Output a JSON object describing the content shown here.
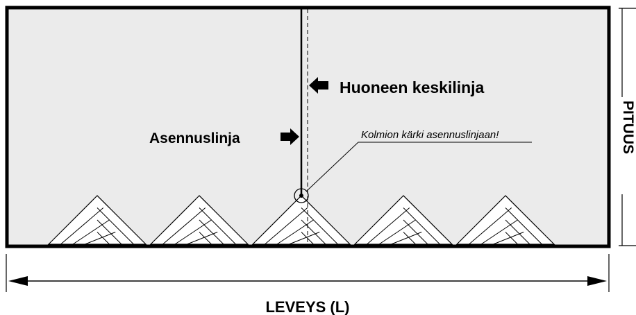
{
  "labels": {
    "center_line": "Huoneen keskilinja",
    "install_line": "Asennuslinja",
    "tip_note": "Kolmion kärki asennuslinjaan!",
    "length": "PITUUS",
    "width": "LEVEYS (L)"
  },
  "colors": {
    "room_fill": "#ebebeb",
    "outline": "#000000",
    "plank_fill": "#ffffff"
  },
  "pattern": {
    "type": "herringbone",
    "triangle_count": 5,
    "planks_per_side": 4
  }
}
